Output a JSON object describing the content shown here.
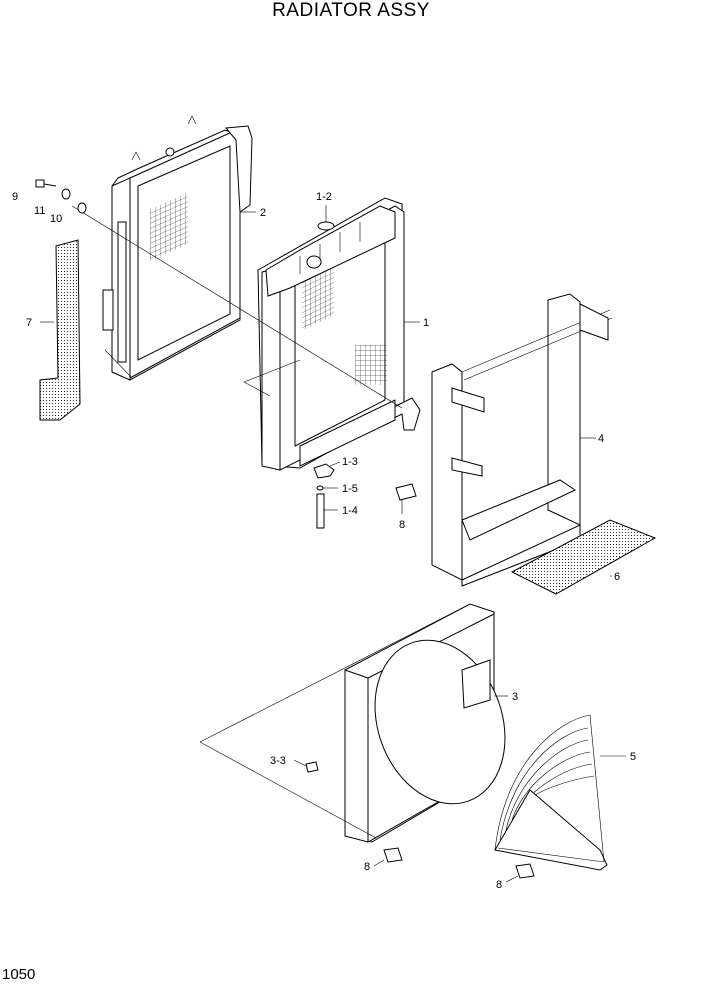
{
  "title": "RADIATOR ASSY",
  "page_number": "1050",
  "callouts": {
    "c1": "1",
    "c1_2": "1-2",
    "c1_3": "1-3",
    "c1_4": "1-4",
    "c1_5": "1-5",
    "c2": "2",
    "c3": "3",
    "c3_3": "3-3",
    "c4": "4",
    "c5": "5",
    "c6": "6",
    "c7": "7",
    "c8a": "8",
    "c8b": "8",
    "c8c": "8",
    "c9": "9",
    "c10": "10",
    "c11": "11"
  }
}
